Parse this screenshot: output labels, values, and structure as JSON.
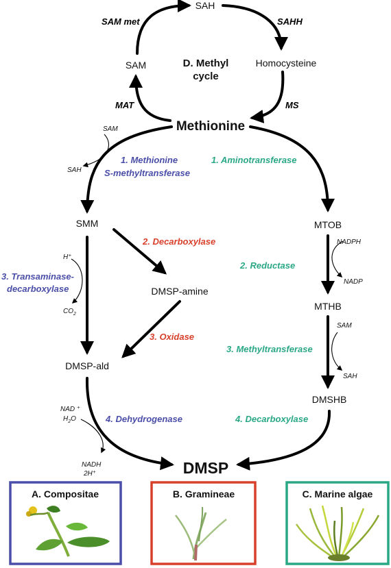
{
  "colors": {
    "blue": "#4a4ea8",
    "red": "#d8402b",
    "green": "#2aa886",
    "black": "#000000"
  },
  "methyl_cycle": {
    "title_line1": "D. Methyl",
    "title_line2": "cycle",
    "sah": "SAH",
    "sam": "SAM",
    "homocysteine": "Homocysteine",
    "methionine": "Methionine",
    "enzymes": {
      "sam_met": "SAM met",
      "sahh": "SAHH",
      "mat": "MAT",
      "ms": "MS"
    }
  },
  "left_branch": {
    "cof_sam": "SAM",
    "cof_sah": "SAH",
    "enzyme_1_line1": "1. Methionine",
    "enzyme_1_line2": "S-methyltransferase",
    "smm": "SMM",
    "enzyme_red_2": "2. Decarboxylase",
    "dmsp_amine": "DMSP-amine",
    "enzyme_red_3": "3. Oxidase",
    "h_plus": "H⁺",
    "enzyme_3_line1": "3. Transaminase-",
    "enzyme_3_line2": "decarboxylase",
    "co2": "CO",
    "co2_sub": "2",
    "dmsp_ald": "DMSP-ald",
    "nad": "NAD ⁺",
    "h2o": "H",
    "h2o_sub": "2",
    "h2o_end": "O",
    "enzyme_4": "4. Dehydrogenase",
    "nadh": "NADH",
    "two_h": "2H⁺"
  },
  "right_branch": {
    "enzyme_1": "1. Aminotransferase",
    "mtob": "MTOB",
    "nadph": "NADPH",
    "enzyme_2": "2. Reductase",
    "nadp": "NADP",
    "mthb": "MTHB",
    "cof_sam": "SAM",
    "enzyme_3": "3. Methyltransferase",
    "cof_sah": "SAH",
    "dmshb": "DMSHB",
    "enzyme_4": "4. Decarboxylase"
  },
  "dmsp": "DMSP",
  "boxes": [
    {
      "label": "A. Compositae",
      "color": "#4a4ea8"
    },
    {
      "label": "B. Gramineae",
      "color": "#d8402b"
    },
    {
      "label": "C. Marine algae",
      "color": "#2aa886"
    }
  ]
}
